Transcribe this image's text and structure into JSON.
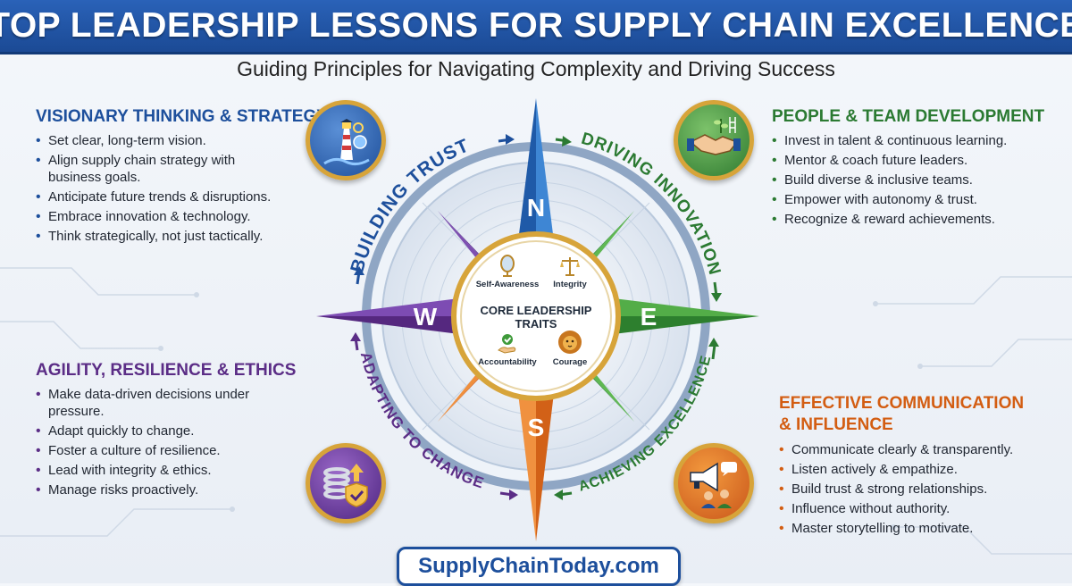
{
  "header": {
    "title": "TOP LEADERSHIP LESSONS FOR SUPPLY CHAIN EXCELLENCE"
  },
  "subtitle": "Guiding Principles for Navigating Complexity and Driving Success",
  "panels": {
    "visionary": {
      "title": "VISIONARY THINKING & STRATEGY",
      "items": [
        "Set clear, long-term vision.",
        "Align supply chain strategy with business goals.",
        "Anticipate future trends & disruptions.",
        "Embrace innovation & technology.",
        "Think strategically, not just tactically."
      ],
      "icon": "lighthouse-icon"
    },
    "people": {
      "title": "PEOPLE & TEAM DEVELOPMENT",
      "items": [
        "Invest in talent & continuous learning.",
        "Mentor & coach future leaders.",
        "Build diverse & inclusive teams.",
        "Empower with autonomy & trust.",
        "Recognize & reward achievements."
      ],
      "icon": "handshake-icon"
    },
    "agility": {
      "title": "AGILITY, RESILIENCE & ETHICS",
      "items": [
        "Make data-driven decisions under pressure.",
        "Adapt quickly to change.",
        "Foster a culture of resilience.",
        "Lead with integrity & ethics.",
        "Manage risks proactively."
      ],
      "icon": "spring-shield-icon"
    },
    "communication": {
      "title": "EFFECTIVE COMMUNICATION & INFLUENCE",
      "items": [
        "Communicate clearly & transparently.",
        "Listen actively & empathize.",
        "Build trust & strong relationships.",
        "Influence without authority.",
        "Master storytelling to motivate."
      ],
      "icon": "megaphone-icon"
    }
  },
  "compass": {
    "directions": {
      "n": "N",
      "e": "E",
      "s": "S",
      "w": "W"
    },
    "arc_labels": {
      "building_trust": "BUILDING TRUST",
      "driving_innovation": "DRIVING INNOVATION",
      "achieving_excellence": "ACHIEVING EXCELLENCE",
      "adapting_to_change": "ADAPTING TO CHANGE"
    },
    "center": {
      "title": "CORE LEADERSHIP TRAITS",
      "traits": {
        "self_awareness": "Self-Awareness",
        "integrity": "Integrity",
        "accountability": "Accountability",
        "courage": "Courage"
      }
    },
    "colors": {
      "north": "#2a6fc2",
      "east": "#3f9a3a",
      "south": "#ea7a22",
      "west": "#6a3a98",
      "gold": "#d7a43a"
    }
  },
  "footer": {
    "site": "SupplyChainToday.com"
  }
}
